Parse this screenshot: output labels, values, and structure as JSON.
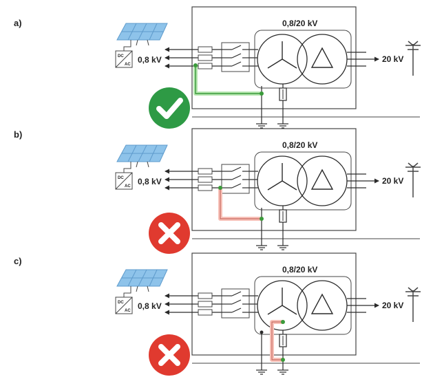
{
  "colors": {
    "line": "#2a2a2a",
    "box": "#444444",
    "panel_fill": "#8ec3ea",
    "panel_grid": "#5e9bcc",
    "ok_green": "#2e9a45",
    "bad_red": "#e03a2f",
    "path_green": "#7fd07a",
    "path_red": "#f4a79b",
    "node": "#3a9a3a"
  },
  "panels": [
    {
      "label": "a)",
      "transformer_label": "0,8/20 kV",
      "lv_label": "0,8 kV",
      "hv_label": "20 kV",
      "inverter_dc": "DC",
      "inverter_ac": "AC",
      "status": "ok",
      "status_icon": "check-icon"
    },
    {
      "label": "b)",
      "transformer_label": "0,8/20 kV",
      "lv_label": "0,8 kV",
      "hv_label": "20 kV",
      "inverter_dc": "DC",
      "inverter_ac": "AC",
      "status": "wrong",
      "status_icon": "cross-icon"
    },
    {
      "label": "c)",
      "transformer_label": "0,8/20 kV",
      "lv_label": "0,8 kV",
      "hv_label": "20 kV",
      "inverter_dc": "DC",
      "inverter_ac": "AC",
      "status": "wrong",
      "status_icon": "cross-icon"
    }
  ]
}
